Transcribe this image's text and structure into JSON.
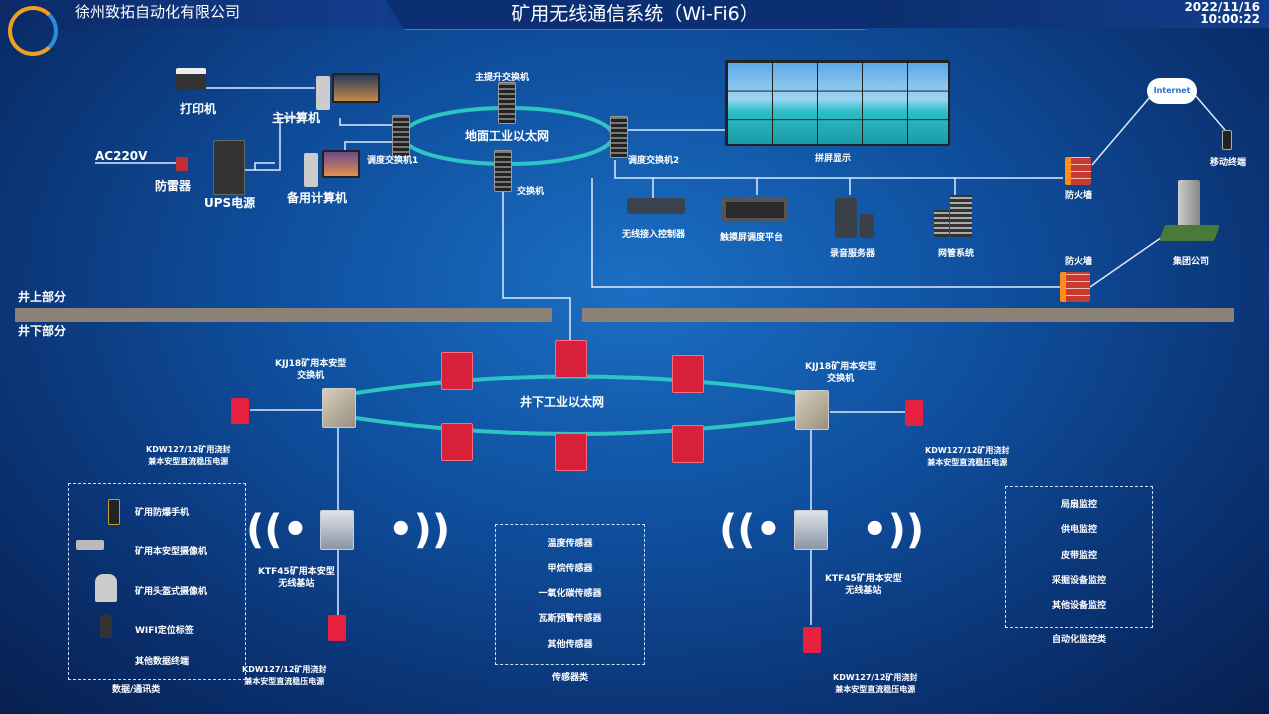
{
  "header": {
    "company": "徐州致拓自动化有限公司",
    "title": "矿用无线通信系统（Wi-Fi6）",
    "date": "2022/11/16",
    "time": "10:00:22"
  },
  "surface": {
    "printer": "打印机",
    "main_pc": "主计算机",
    "ac": "AC220V",
    "surge": "防雷器",
    "ups": "UPS电源",
    "backup_pc": "备用计算机",
    "switch1": "调度交换机1",
    "hoist_switch": "主提升交换机",
    "ring": "地面工业以太网",
    "switch": "交换机",
    "switch2": "调度交换机2",
    "video_wall": "拼屏显示",
    "internet": "Internet",
    "mobile": "移动终端",
    "firewall1": "防火墙",
    "firewall2": "防火墙",
    "group": "集团公司",
    "devices": [
      "无线接入控制器",
      "触摸屏调度平台",
      "录音服务器",
      "网管系统"
    ]
  },
  "sections": {
    "above": "井上部分",
    "below": "井下部分"
  },
  "underground": {
    "ring": "井下工业以太网",
    "kjj_left": [
      "KJJ18矿用本安型",
      "交换机"
    ],
    "kjj_right": [
      "KJJ18矿用本安型",
      "交换机"
    ],
    "psu": [
      "KDW127/12矿用浇封",
      "兼本安型直流稳压电源"
    ],
    "ktf": [
      "KTF45矿用本安型",
      "无线基站"
    ]
  },
  "data_box": {
    "title": "数据/通讯类",
    "items": [
      "矿用防爆手机",
      "矿用本安型摄像机",
      "矿用头盔式摄像机",
      "WIFI定位标签",
      "其他数据终端"
    ]
  },
  "sensor_box": {
    "title": "传感器类",
    "items": [
      "温度传感器",
      "甲烷传感器",
      "一氧化碳传感器",
      "瓦斯预警传感器",
      "其他传感器"
    ]
  },
  "auto_box": {
    "title": "自动化监控类",
    "items": [
      "局扇监控",
      "供电监控",
      "皮带监控",
      "采掘设备监控",
      "其他设备监控"
    ]
  },
  "colors": {
    "ring": "#2ec4c4",
    "bar": "#8b8275",
    "accent": "#d8203a"
  }
}
